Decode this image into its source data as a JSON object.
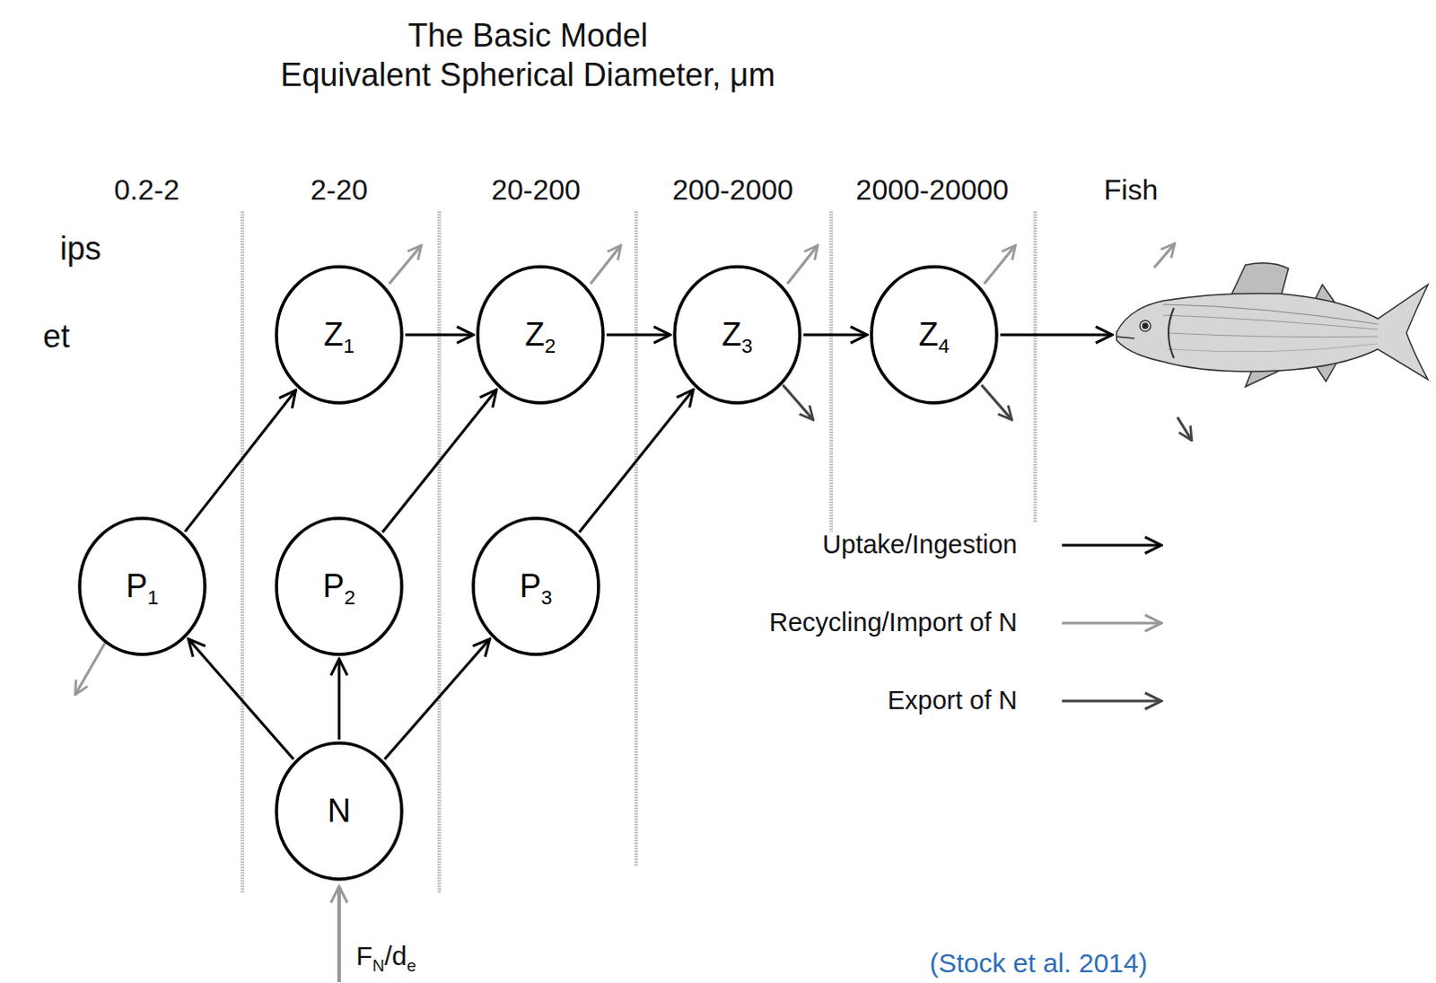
{
  "diagram": {
    "title": "The Basic Model",
    "nodes": [
      {
        "text": [
          "Z1"
        ]
      },
      {
        "text": [
          "Z2"
        ]
      },
      {
        "text": [
          "Z3"
        ]
      },
      {
        "text": [
          "Z4"
        ]
      },
      {
        "text": [
          "P1"
        ]
      },
      {
        "text": [
          "P2"
        ]
      },
      {
        "text": [
          "P3"
        ]
      },
      {
        "text": [
          "N"
        ]
      }
    ],
    "edges": [
      {
        "from": 7,
        "to": 4,
        "arrow": "to"
      },
      {
        "from": 7,
        "to": 5,
        "arrow": "to"
      },
      {
        "from": 7,
        "to": 6,
        "arrow": "to"
      },
      {
        "from": 4,
        "to": 0,
        "arrow": "to"
      },
      {
        "from": 5,
        "to": 1,
        "arrow": "to"
      },
      {
        "from": 6,
        "to": 2,
        "arrow": "to"
      },
      {
        "from": 0,
        "to": 1,
        "arrow": "to"
      },
      {
        "from": 1,
        "to": 2,
        "arrow": "to"
      },
      {
        "from": 2,
        "to": 3,
        "arrow": "to"
      }
    ],
    "labels": [
      "Equivalent Spherical Diameter, μm",
      "0.2-2",
      "2-20",
      "20-200",
      "200-2000",
      "2000-20000",
      "Fish",
      "ips",
      "et",
      "FN/de",
      "(Stock et al. 2014)"
    ],
    "legend": [
      {
        "text": "Uptake/Ingestion"
      },
      {
        "text": "Recycling/Import of N"
      },
      {
        "text": "Export of N"
      }
    ]
  }
}
